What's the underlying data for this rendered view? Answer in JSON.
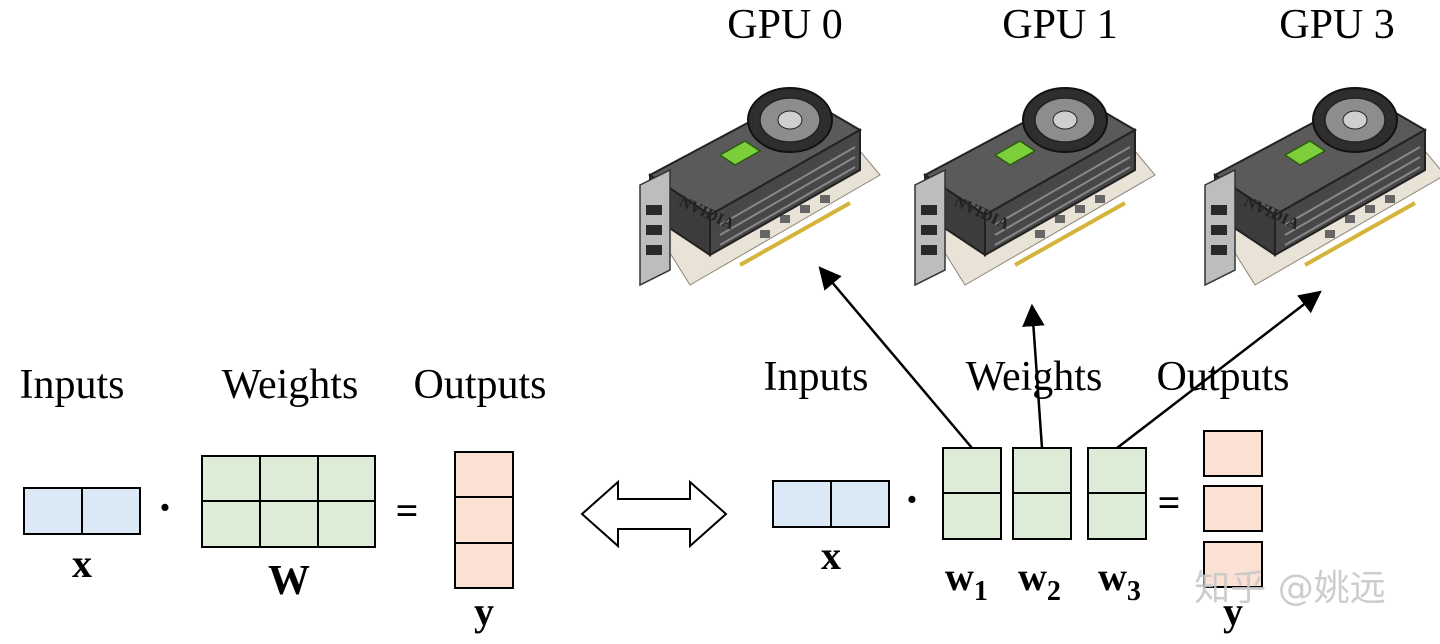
{
  "gpu_labels": [
    "GPU 0",
    "GPU 1",
    "GPU 3"
  ],
  "gpu_brand": "NVIDIA",
  "left": {
    "inputs_label": "Inputs",
    "weights_label": "Weights",
    "outputs_label": "Outputs",
    "x_symbol": "x",
    "w_symbol": "W",
    "y_symbol": "y",
    "dot": "·",
    "equals": "="
  },
  "right": {
    "inputs_label": "Inputs",
    "weights_label": "Weights",
    "outputs_label": "Outputs",
    "x_symbol": "x",
    "w1": {
      "base": "w",
      "sub": "1"
    },
    "w2": {
      "base": "w",
      "sub": "2"
    },
    "w3": {
      "base": "w",
      "sub": "3"
    },
    "y_symbol": "y",
    "dot": "·",
    "equals": "="
  },
  "watermark": "知乎 @姚远",
  "colors": {
    "input_fill": "#dbe8f6",
    "weight_fill": "#dcecd6",
    "output_fill": "#fbe1d3",
    "stroke": "#000000",
    "gpu_board": "#e8e3d6",
    "gpu_body": "#4a4a4a",
    "gpu_chip": "#7ccf3a",
    "watermark": "#c8c8c8"
  }
}
